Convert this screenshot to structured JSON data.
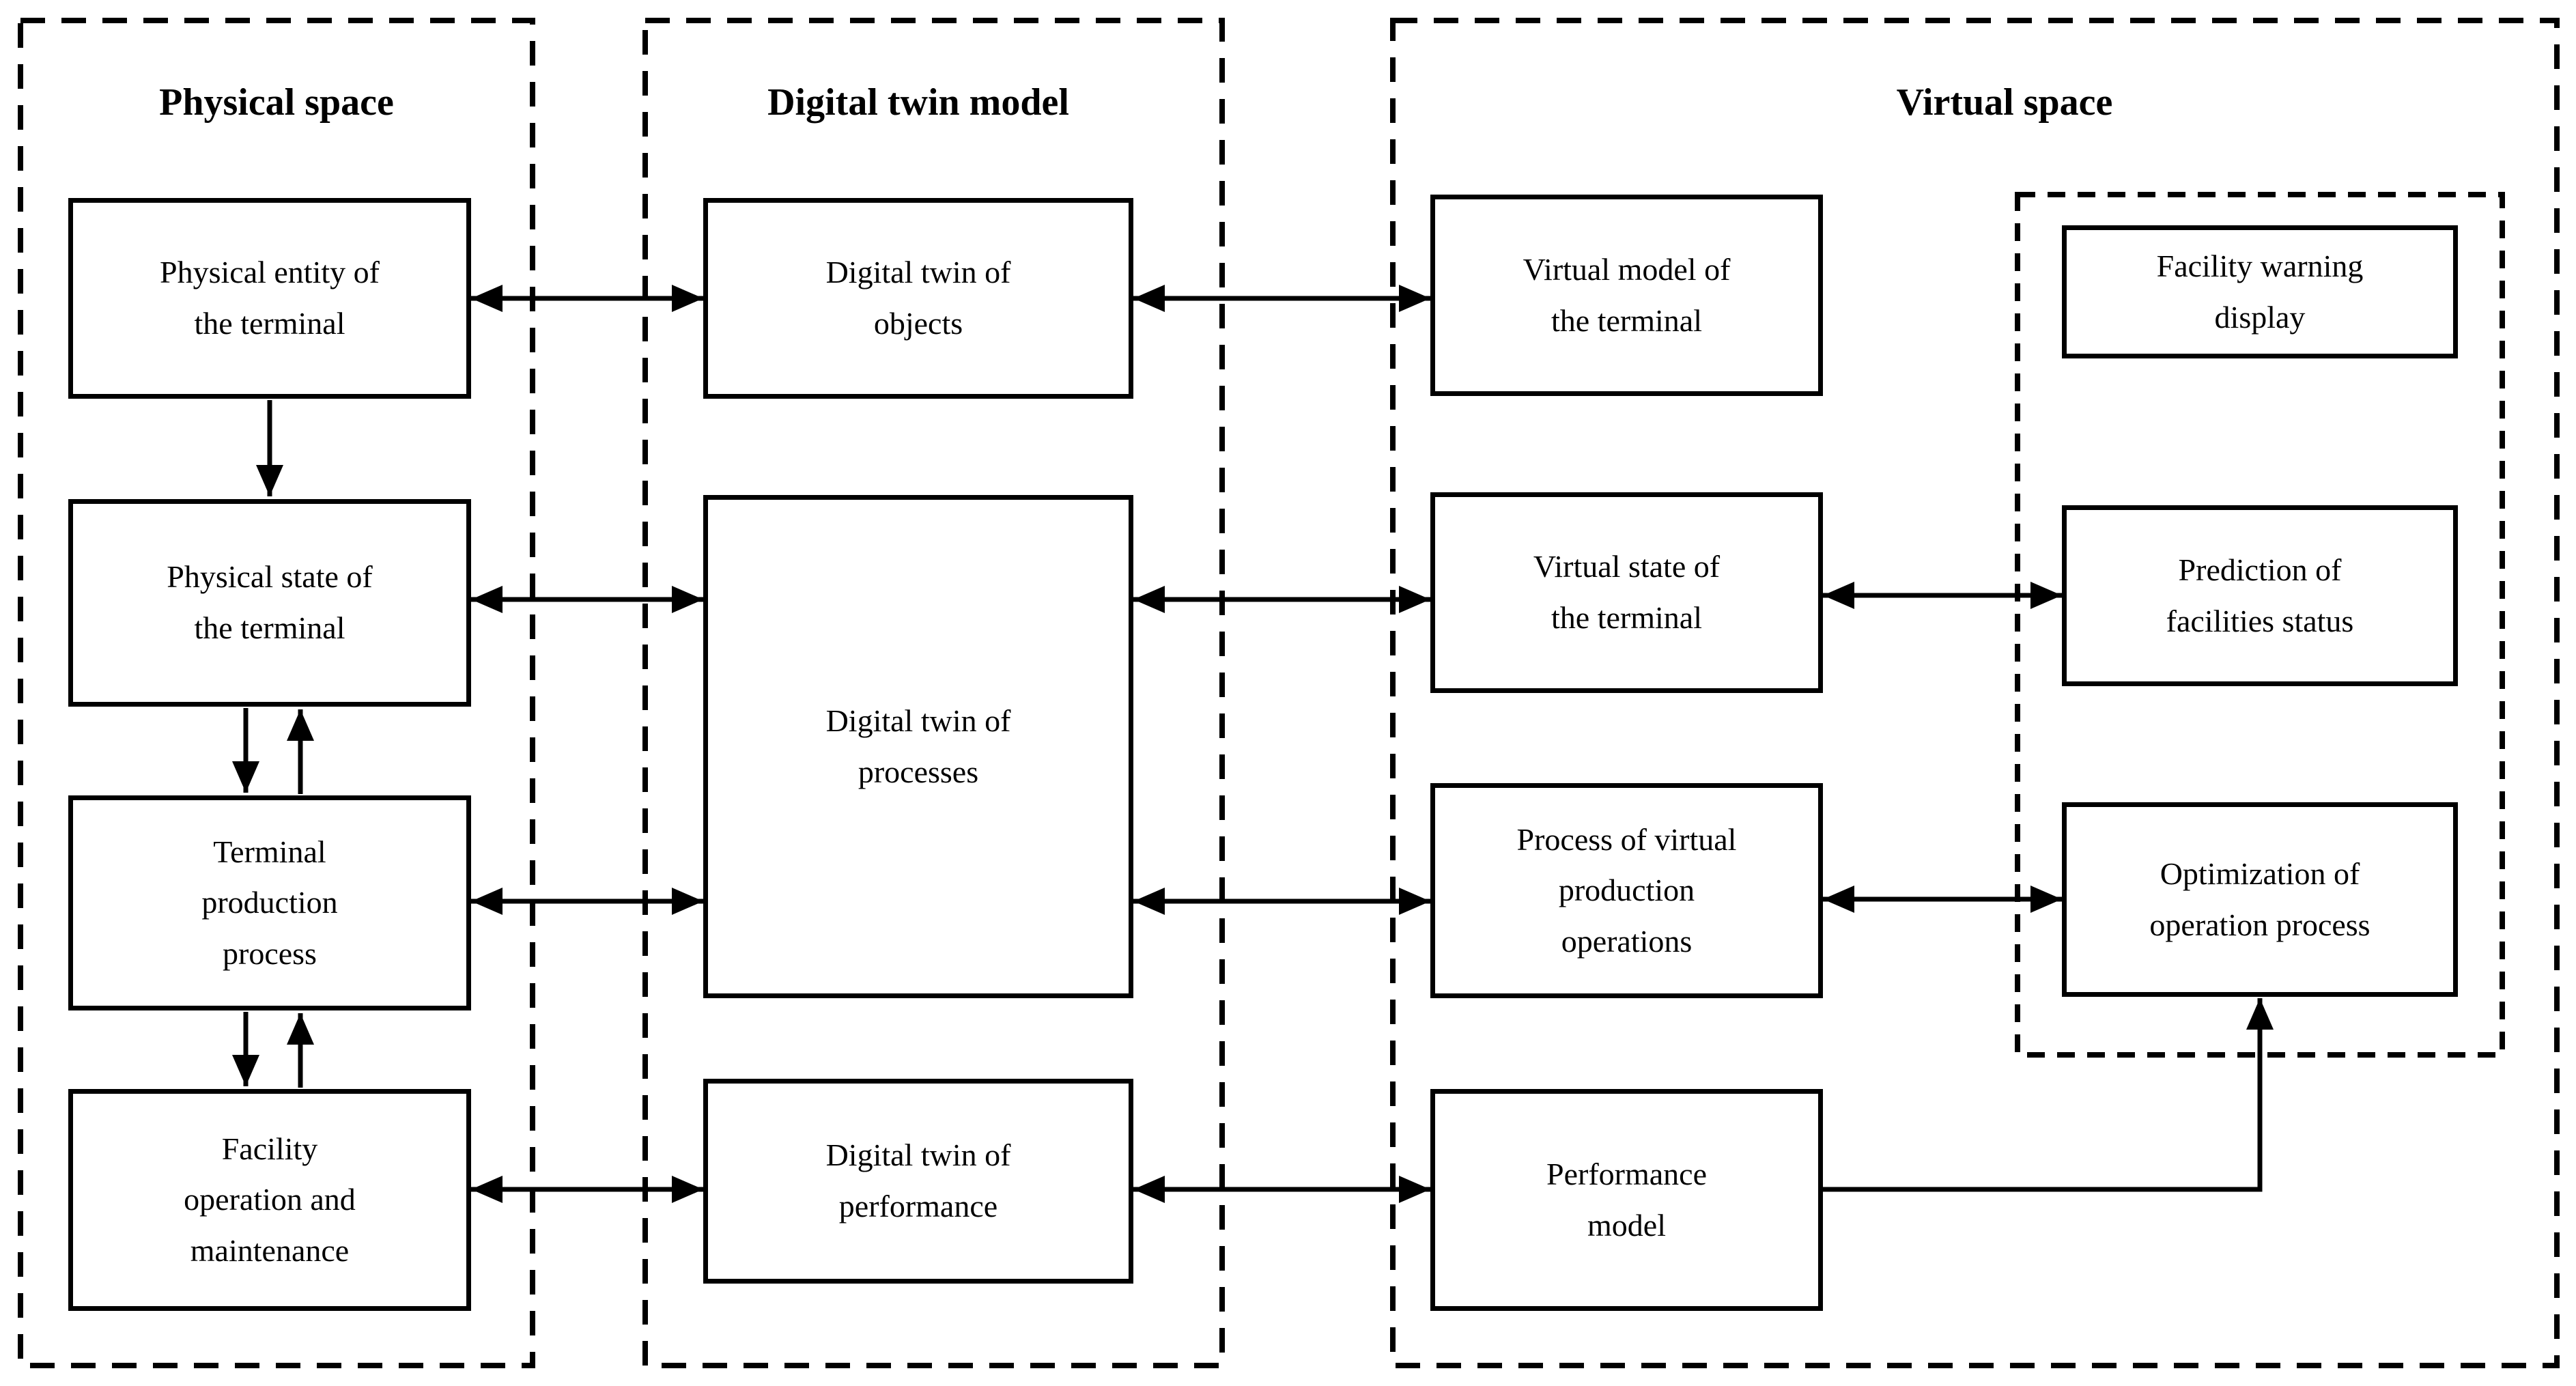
{
  "colors": {
    "line": "#000000",
    "background": "#ffffff",
    "box_fill": "#ffffff"
  },
  "panels": [
    {
      "title": "Physical space",
      "boxes": [
        {
          "label": "Physical entity of\nthe terminal"
        },
        {
          "label": "Physical state of\nthe terminal"
        },
        {
          "label": "Terminal\nproduction\nprocess"
        },
        {
          "label": "Facility\noperation and\nmaintenance"
        }
      ]
    },
    {
      "title": "Digital twin model",
      "boxes": [
        {
          "label": "Digital twin of\nobjects"
        },
        {
          "label": "Digital twin of\nprocesses"
        },
        {
          "label": "Digital twin of\nperformance"
        }
      ]
    },
    {
      "title": "Virtual space",
      "boxes": [
        {
          "label": "Virtual model of\nthe terminal"
        },
        {
          "label": "Virtual state of\nthe terminal"
        },
        {
          "label": "Process of virtual\nproduction\noperations"
        },
        {
          "label": "Performance\nmodel"
        }
      ],
      "inner_panel": {
        "boxes": [
          {
            "label": "Facility warning\ndisplay"
          },
          {
            "label": "Prediction of\nfacilities status"
          },
          {
            "label": "Optimization of\noperation process"
          }
        ]
      }
    }
  ]
}
